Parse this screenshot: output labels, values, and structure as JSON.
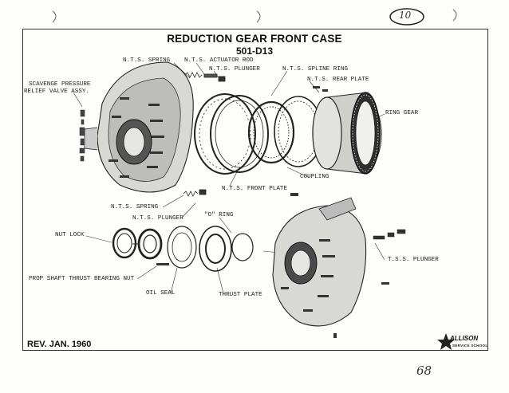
{
  "title": "REDUCTION GEAR FRONT CASE",
  "part_number": "501-D13",
  "labels": {
    "nts_spring_top": "N.T.S. SPRING",
    "nts_actuator_rod": "N.T.S. ACTUATOR ROD",
    "nts_plunger_top": "N.T.S. PLUNGER",
    "nts_spline_ring": "N.T.S. SPLINE RING",
    "nts_rear_plate": "N.T.S. REAR  PLATE",
    "ring_gear": "RING GEAR",
    "scavenge_1": "SCAVENGE PRESSURE",
    "scavenge_2": "RELIEF VALVE ASSY.",
    "coupling": "COUPLING",
    "nts_front_plate": "N.T.S. FRONT PLATE",
    "nts_spring_mid": "N.T.S. SPRING",
    "nts_plunger_mid": "N.T.S. PLUNGER",
    "o_ring": "\"O\" RING",
    "nut_lock": "NUT LOCK",
    "prop_shaft": "PROP SHAFT THRUST BEARING NUT",
    "oil_seal": "OIL SEAL",
    "thrust_plate": "THRUST PLATE",
    "tss_plunger": "T.S.S. PLUNGER"
  },
  "revision": "REV. JAN. 1960",
  "logo": {
    "text": "ALLISON",
    "subtext": "SERVICE SCHOOL"
  },
  "handwritten": {
    "page_number": "68",
    "circled_note": "10"
  },
  "colors": {
    "ink": "#222222",
    "paper": "#fdfdfb",
    "frame": "#333333"
  }
}
